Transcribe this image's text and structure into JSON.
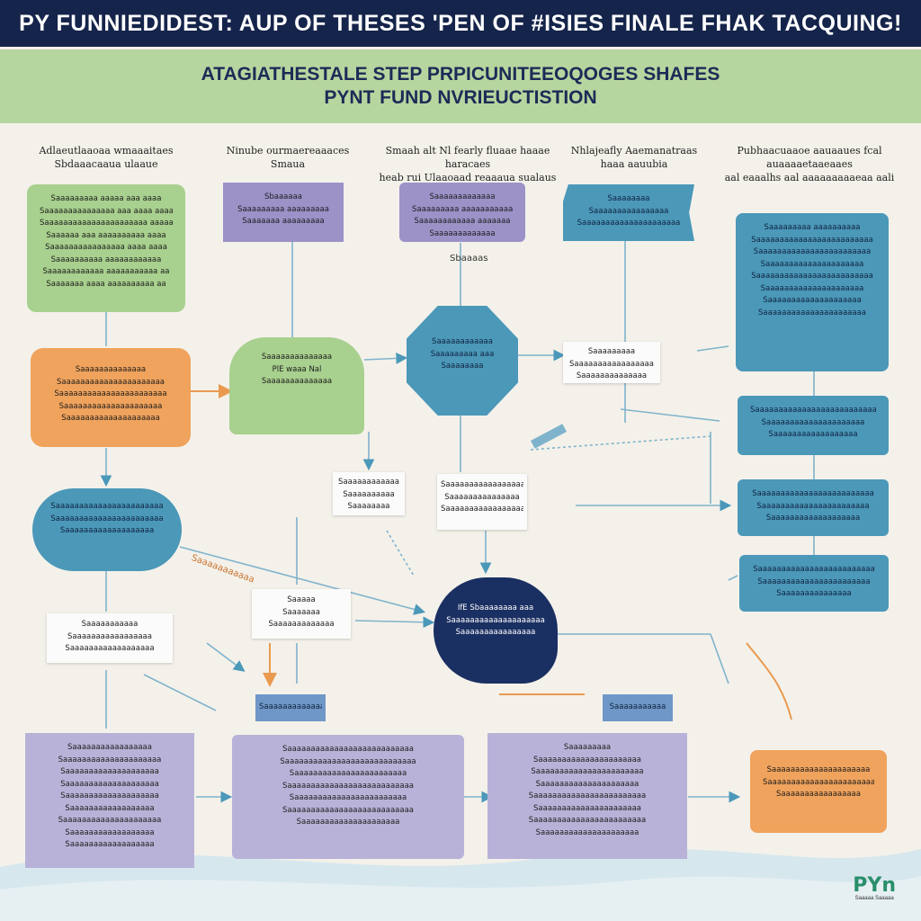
{
  "title": "PY FUNNIEDIDEST: AUP OF THESES 'PEN OF #ISIES FINALE FHAK TACQUING!",
  "subtitle": {
    "line1": "ATAGIATHESTALE STEP PRPICUNITEEOQOGES SHAFES",
    "line2": "PYNT FUND NVRIEUCTISTION"
  },
  "column_headers": [
    {
      "l1": "Adlaeutlaaoaa wmaaaitaes",
      "l2": "Sbdaaacaaua ulaaue"
    },
    {
      "l1": "Ninube ourmaereaaaces",
      "l2": "Smaua"
    },
    {
      "l1": "Smaah alt Nl fearly fluaae haaae haracaes",
      "l2": "heab rui Ulaaoaad reaaaua sualaus"
    },
    {
      "l1": "Nhlajeafly Aaemanatraas",
      "l2": "haaa aauubia"
    },
    {
      "l1": "Pubhaacuaaoe aauaaues fcal auaaaaetaaeaaes",
      "l2": "aal eaaalhs aal aaaaaaaaaeaa aali"
    }
  ],
  "boxes": {
    "green_top": [
      "Saaaaaaaaa aaaaa aaa aaaa",
      "Saaaaaaaaaaaaaaa aaa aaaa aaaa",
      "Saaaaaaaaaaaaaaaaaaaaaa aaaaaa",
      "Saaaaaa aaa aaaaaaaaaa aaaa",
      "Saaaaaaaaaaaaaaaa aaaa aaaa",
      "Saaaaaaaaaa aaaaaaaaaaaa",
      "Saaaaaaaaaaaa aaaaaaaaaaa aa",
      "Saaaaaaa aaaa aaaaaaaaaa aa"
    ],
    "purple_1": [
      "Sbaaaaaa",
      "Saaaaaaaaa aaaaaaaaa",
      "Saaaaaaa aaaaaaaaa"
    ],
    "purple_2": [
      "Saaaaaaaaaaaaa",
      "Saaaaaaaaa aaaaaaaaaaa",
      "Saaaaaaaaaaaa aaaaaaa",
      "Saaaaaaaaaaaaa"
    ],
    "blue_top": [
      "Saaaaaaaa",
      "Saaaaaaaaaaaaaaaa",
      "Saaaaaaaaaaaaaaaaaaaaa"
    ],
    "blue_right_tall": [
      "Saaaaaaaaa aaaaaaaaaa",
      "Saaaaaaaaaaaaaaaaaaaaaaaaa",
      "Saaaaaaaaaaaaaaaaaaaaaaaa",
      "Saaaaaaaaaaaaaaaaaaaaa",
      "Saaaaaaaaaaaaaaaaaaaaaaaaa",
      "Saaaaaaaaaaaaaaaaaaaaa",
      "Saaaaaaaaaaaaaaaaaaaa",
      "Saaaaaaaaaaaaaaaaaaaaaa"
    ],
    "orange_left": [
      "Saaaaaaaaaaaaaa",
      "Saaaaaaaaaaaaaaaaaaaaaa",
      "Saaaaaaaaaaaaaaaaaaaaaaa",
      "Saaaaaaaaaaaaaaaaaaaaa",
      "Saaaaaaaaaaaaaaaaaaaa"
    ],
    "green_mid": [
      "Saaaaaaaaaaaaaa",
      "PlE waaa Nal",
      "Saaaaaaaaaaaaaa"
    ],
    "octagon": [
      "Saaaaaaaaaaaa",
      "Saaaaaaaaa aaa",
      "Saaaaaaaa"
    ],
    "paper_right_top": [
      "Saaaaaaaaa",
      "Saaaaaaaaaaaaaaaaa",
      "Saaaaaaaaaaaaaa"
    ],
    "blue_right_2": [
      "Saaaaaaaaaaaaaaaaaaaaaaaaaa",
      "Saaaaaaaaaaaaaaaaaaaaa",
      "Saaaaaaaaaaaaaaaaaa"
    ],
    "blue_right_3": [
      "Saaaaaaaaaaaaaaaaaaaaaaaaa",
      "Saaaaaaaaaaaaaaaaaaaaaaa",
      "Saaaaaaaaaaaaaaaaaaa"
    ],
    "blue_right_4": [
      "Saaaaaaaaaaaaaaaaaaaaaaaaa",
      "Saaaaaaaaaaaaaaaaaaaaaaa",
      "Saaaaaaaaaaaaaaa"
    ],
    "blue_pill": [
      "Saaaaaaaaaaaaaaaaaaaaaaa",
      "Saaaaaaaaaaaaaaaaaaaaaaa",
      "Saaaaaaaaaaaaaaaaaaa"
    ],
    "paper_mid_1": [
      "Saaaaaaaaaaaa",
      "Saaaaaaaaaa",
      "Saaaaaaaa"
    ],
    "paper_mid_2": [
      "Saaaaaaaaaaaaaaaaa",
      "Saaaaaaaaaaaaaaa",
      "Saaaaaaaaaaaaaaaaa"
    ],
    "paper_left": [
      "Saaaaaaaaaaa",
      "Saaaaaaaaaaaaaaaaa",
      "Saaaaaaaaaaaaaaaaaa"
    ],
    "paper_center": [
      "Saaaaa",
      "Saaaaaaa",
      "Saaaaaaaaaaaaa"
    ],
    "navy_bubble": [
      "IfE Sbaaaaaaaa aaa",
      "Saaaaaaaaaaaaaaaaaaaa",
      "Saaaaaaaaaaaaaaaa"
    ],
    "small_blue_1": [
      "Saaaaaaaaaaaaa"
    ],
    "small_blue_2": [
      "Saaaaaaaaaaa"
    ],
    "lav_1": [
      "Saaaaaaaaaaaaaaaaa",
      "Saaaaaaaaaaaaaaaaaaaaa",
      "Saaaaaaaaaaaaaaaaaaaa",
      "Saaaaaaaaaaaaaaaaaaaa",
      "Saaaaaaaaaaaaaaaaaaaa",
      "Saaaaaaaaaaaaaaaaaa",
      "Saaaaaaaaaaaaaaaaaaaaa",
      "Saaaaaaaaaaaaaaaaaa",
      "Saaaaaaaaaaaaaaaaaa"
    ],
    "lav_2": [
      "Saaaaaaaaaaaaaaaaaaaaaaaaaaa",
      "Saaaaaaaaaaaaaaaaaaaaaaaaaaaa",
      "Saaaaaaaaaaaaaaaaaaaaaaaa",
      "Saaaaaaaaaaaaaaaaaaaaaaaaaaa",
      "Saaaaaaaaaaaaaaaaaaaaaaaa",
      "Saaaaaaaaaaaaaaaaaaaaaaaaaaa",
      "Saaaaaaaaaaaaaaaaaaaaa"
    ],
    "lav_3": [
      "Saaaaaaaaa",
      "Saaaaaaaaaaaaaaaaaaaaaa",
      "Saaaaaaaaaaaaaaaaaaaaaaa",
      "Saaaaaaaaaaaaaaaaaaaaa",
      "Saaaaaaaaaaaaaaaaaaaaaaaa",
      "Saaaaaaaaaaaaaaaaaaaaaa",
      "Saaaaaaaaaaaaaaaaaaaaaaaa",
      "Saaaaaaaaaaaaaaaaaaaaa"
    ],
    "orange_bottom": [
      "Saaaaaaaaaaaaaaaaaaaaa",
      "Saaaaaaaaaaaaaaaaaaaaaaa",
      "Saaaaaaaaaaaaaaaaa"
    ]
  },
  "labels": {
    "label_top_mid": "Sbaaaas",
    "label_orange_diag": "Saaaaaaaaaaa"
  },
  "logo": {
    "mark": "PYn",
    "sub": "Saaaaa Saaaaa"
  }
}
